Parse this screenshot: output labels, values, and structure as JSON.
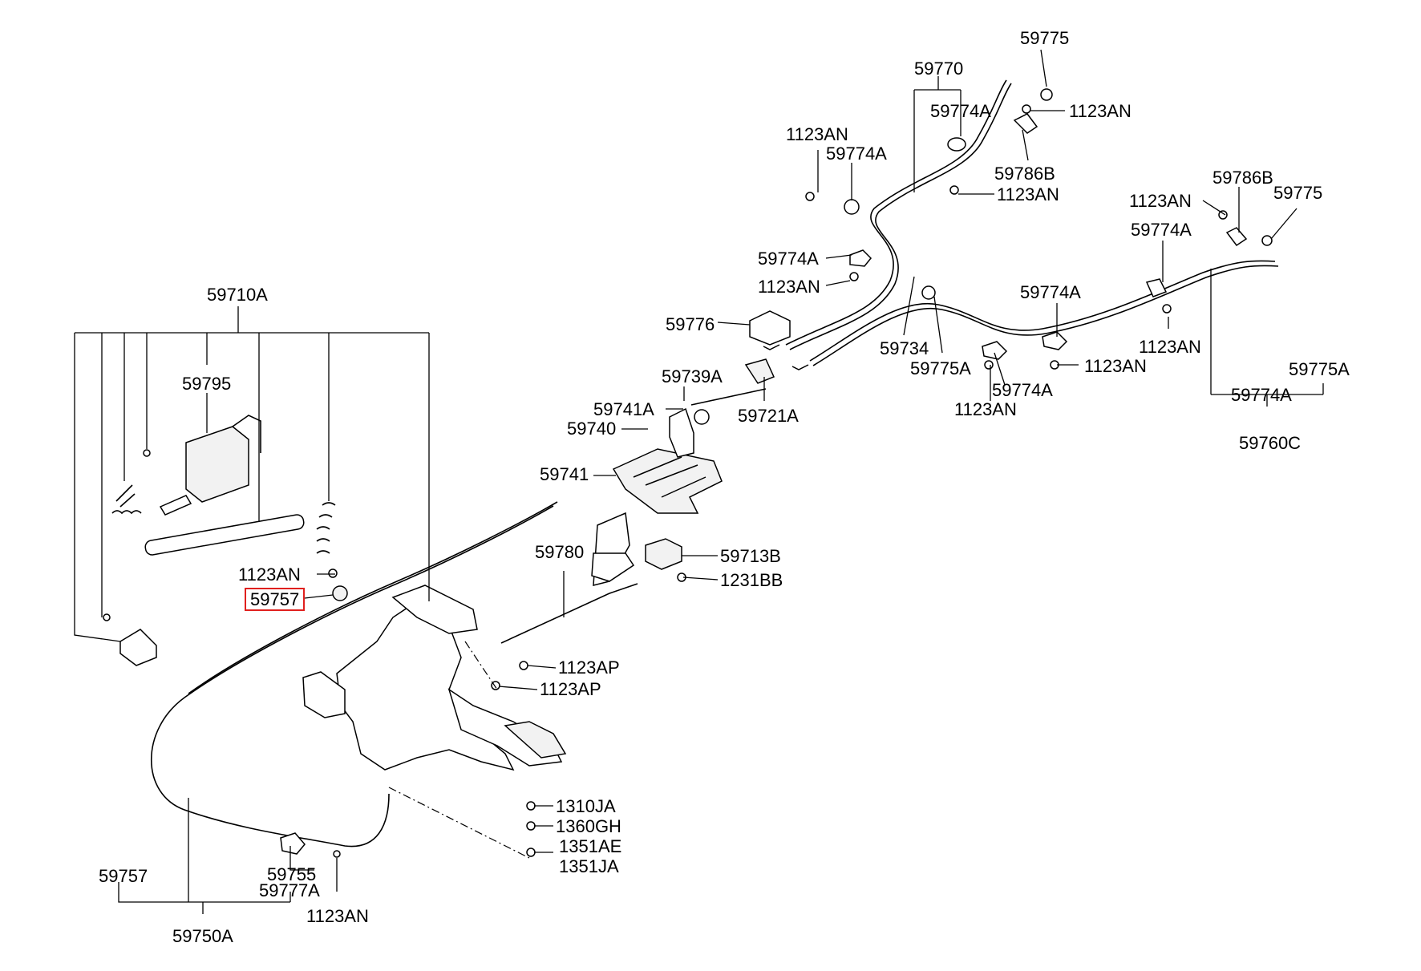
{
  "highlight_color": "#e0201e",
  "labels": {
    "p59775_top": "59775",
    "p59770": "59770",
    "p1123AN_r1": "1123AN",
    "p59774A_t1": "59774A",
    "p1123AN_t1": "1123AN",
    "p59774A_t2": "59774A",
    "p59786B_1": "59786B",
    "p1123AN_r2": "1123AN",
    "p59786B_2": "59786B",
    "p1123AN_rr": "1123AN",
    "p59775_r": "59775",
    "p59774A_rr": "59774A",
    "p59774A_m1": "59774A",
    "p1123AN_m1": "1123AN",
    "p59774A_m2": "59774A",
    "p59776": "59776",
    "p59734": "59734",
    "p59775A_m": "59775A",
    "p1123AN_m2": "1123AN",
    "p1123AN_m3": "1123AN",
    "p59774A_m3": "59774A",
    "p1123AN_m4": "1123AN",
    "p59775A_r": "59775A",
    "p59774A_r": "59774A",
    "p59760C": "59760C",
    "p59710A": "59710A",
    "p59795": "59795",
    "p59739A": "59739A",
    "p59741A": "59741A",
    "p59740": "59740",
    "p59721A": "59721A",
    "p59741": "59741",
    "p59780": "59780",
    "p59713B": "59713B",
    "p1231BB": "1231BB",
    "p1123AN_l": "1123AN",
    "p59757_sel": "59757",
    "p1123AP_1": "1123AP",
    "p1123AP_2": "1123AP",
    "p1310JA": "1310JA",
    "p1360GH": "1360GH",
    "p1351AE": "1351AE",
    "p1351JA": "1351JA",
    "p59757_b": "59757",
    "p59755": "59755",
    "p59777A": "59777A",
    "p1123AN_b": "1123AN",
    "p59750A": "59750A"
  }
}
